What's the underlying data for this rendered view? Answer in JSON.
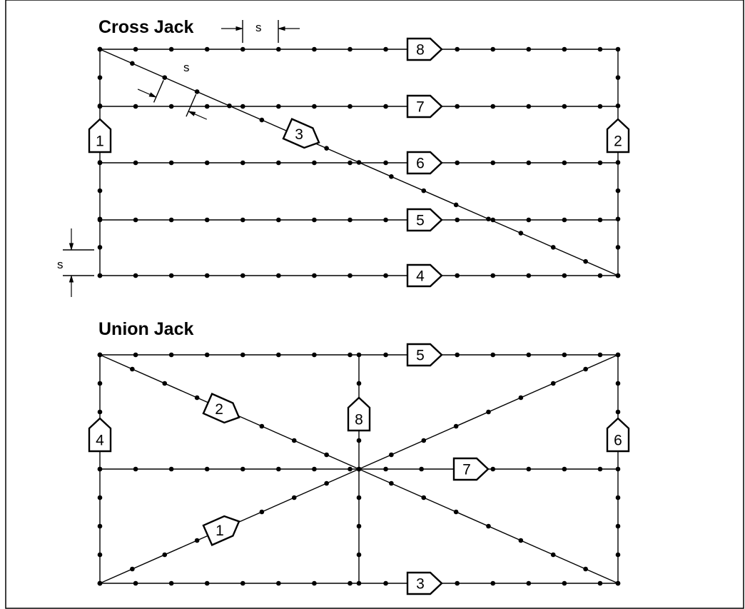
{
  "figures": [
    {
      "title": "Cross Jack",
      "labels": [
        "1",
        "2",
        "3",
        "4",
        "5",
        "6",
        "7",
        "8"
      ]
    },
    {
      "title": "Union Jack",
      "labels": [
        "1",
        "2",
        "3",
        "4",
        "5",
        "6",
        "7",
        "8"
      ]
    }
  ],
  "dimension_label": "s"
}
